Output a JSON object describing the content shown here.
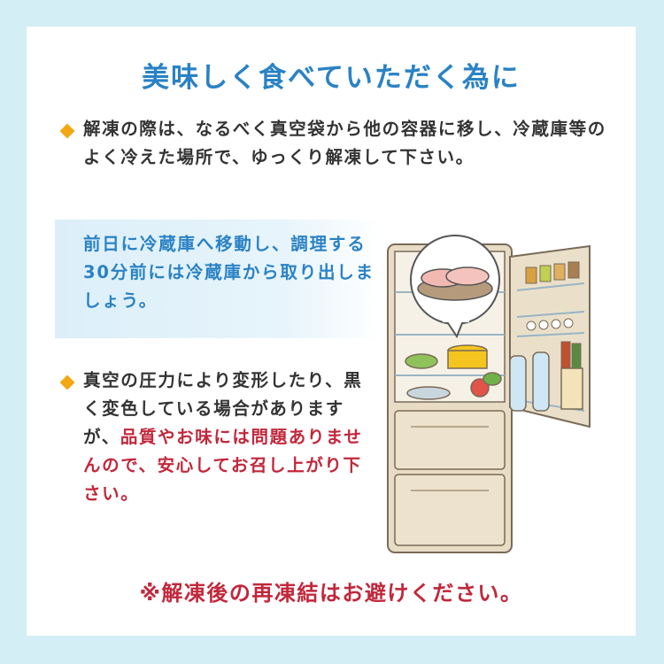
{
  "title": "美味しく食べていただく為に",
  "para1": "解凍の際は、なるべく真空袋から他の容器に移し、冷蔵庫等のよく冷えた場所で、ゆっくり解凍して下さい。",
  "note": "前日に冷蔵庫へ移動し、調理する30分前には冷蔵庫から取り出しましょう。",
  "para2_normal": "真空の圧力により変形したり、黒く変色している場合がありますが、",
  "para2_emphasis": "品質やお味には問題ありませんので、安心してお召し上がり下さい。",
  "footer": "※解凍後の再凍結はお避けください。",
  "colors": {
    "background": "#d4eef6",
    "title_blue": "#2a82c5",
    "bullet_orange": "#f2a814",
    "emphasis_red": "#c2273b",
    "body_text": "#333333"
  },
  "icons": [
    "diamond-bullet-icon",
    "refrigerator-illustration",
    "meat-plate-illustration"
  ]
}
